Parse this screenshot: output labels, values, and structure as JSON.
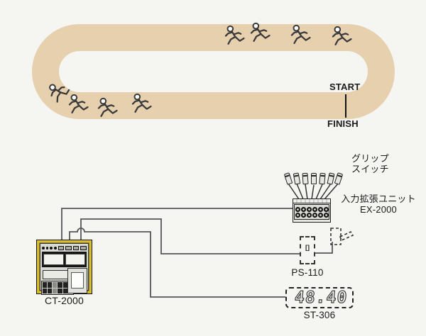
{
  "diagram": {
    "track": {
      "start_label": "START",
      "finish_label": "FINISH",
      "runner_count": 8
    },
    "grip_switch": {
      "label_line1": "グリップ",
      "label_line2": "スイッチ"
    },
    "ex2000": {
      "name_label": "入力拡張ユニット",
      "model_label": "EX-2000"
    },
    "ct2000": {
      "model_label": "CT-2000"
    },
    "ps110": {
      "model_label": "PS-110",
      "port_glyph": "[]"
    },
    "st306": {
      "model_label": "ST-306",
      "display_value": "48.40"
    },
    "icons": {
      "runner": "runner-icon",
      "grip_switch": "grip-switch-icon"
    },
    "colors": {
      "background": "#f5f5f2",
      "track": "#e7d0ae",
      "wire": "#55565a",
      "accent_yellow": "#d9bd2b"
    }
  }
}
